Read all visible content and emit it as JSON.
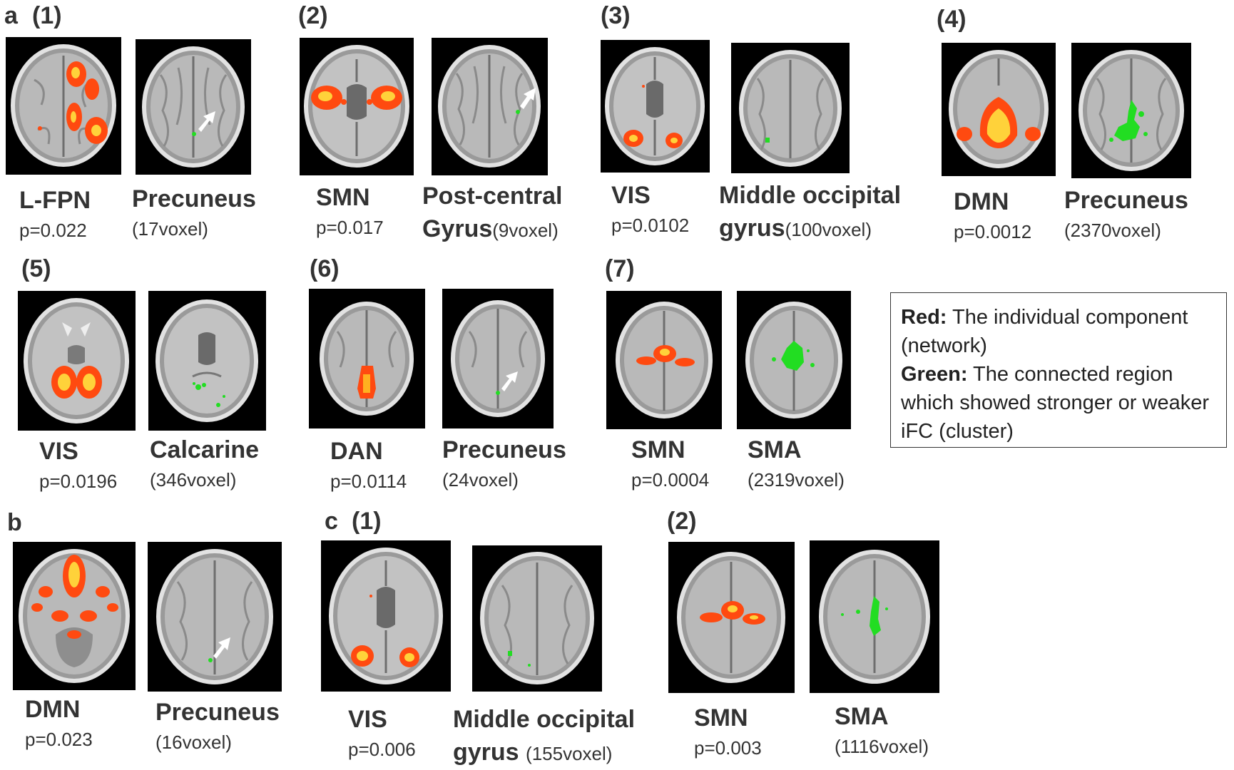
{
  "panel_letters": {
    "a": "a",
    "b": "b",
    "c": "c"
  },
  "panel_numbers": {
    "a1": "(1)",
    "a2": "(2)",
    "a3": "(3)",
    "a4": "(4)",
    "a5": "(5)",
    "a6": "(6)",
    "a7": "(7)",
    "c1": "(1)",
    "c2": "(2)"
  },
  "labels": {
    "a1_net": "L-FPN",
    "a1_p": "p=0.022",
    "a1_reg": "Precuneus",
    "a1_vox": "(17voxel)",
    "a2_net": "SMN",
    "a2_p": "p=0.017",
    "a2_reg1": "Post-central",
    "a2_reg2": "Gyrus",
    "a2_vox": "(9voxel)",
    "a3_net": "VIS",
    "a3_p": "p=0.0102",
    "a3_reg1": "Middle occipital",
    "a3_reg2": "gyrus",
    "a3_vox": "(100voxel)",
    "a4_net": "DMN",
    "a4_p": "p=0.0012",
    "a4_reg": "Precuneus",
    "a4_vox": "(2370voxel)",
    "a5_net": "VIS",
    "a5_p": "p=0.0196",
    "a5_reg": "Calcarine",
    "a5_vox": "(346voxel)",
    "a6_net": "DAN",
    "a6_p": "p=0.0114",
    "a6_reg": "Precuneus",
    "a6_vox": "(24voxel)",
    "a7_net": "SMN",
    "a7_p": "p=0.0004",
    "a7_reg": "SMA",
    "a7_vox": "(2319voxel)",
    "b_net": "DMN",
    "b_p": "p=0.023",
    "b_reg": "Precuneus",
    "b_vox": "(16voxel)",
    "c1_net": "VIS",
    "c1_p": "p=0.006",
    "c1_reg1": "Middle occipital",
    "c1_reg2": "gyrus",
    "c1_vox": "(155voxel)",
    "c2_net": "SMN",
    "c2_p": "p=0.003",
    "c2_reg": "SMA",
    "c2_vox": "(1116voxel)"
  },
  "legend": {
    "red_key": "Red:",
    "red_text": " The individual component (network)",
    "green_key": "Green:",
    "green_text": " The connected region which showed stronger or weaker iFC (cluster)"
  },
  "colors": {
    "network": "#ff4a10",
    "network_core": "#ffd23a",
    "cluster": "#22dd22",
    "arrow": "#ffffff",
    "background": "#000000",
    "brain": "#a8a8a8"
  },
  "icons": [
    "arrow-icon"
  ]
}
